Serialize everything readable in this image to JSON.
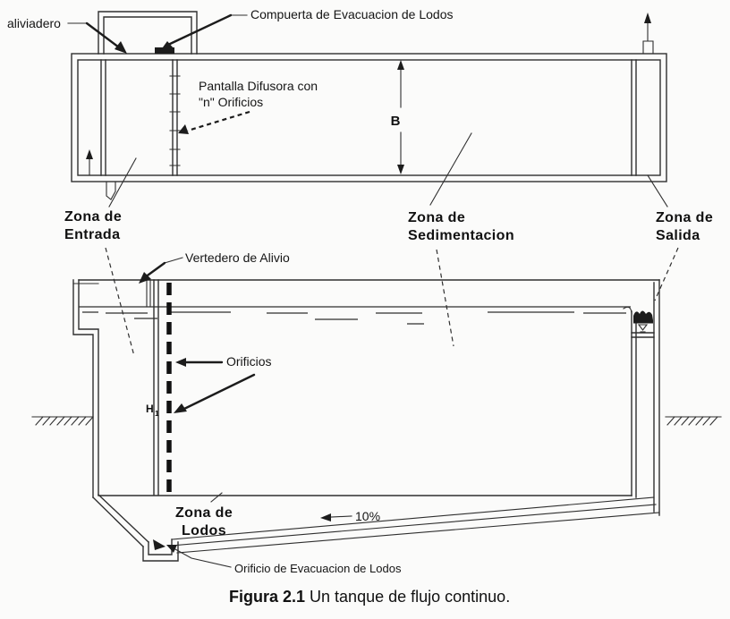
{
  "caption": {
    "figure_label": "Figura 2.1",
    "caption_text": "Un tanque de flujo continuo."
  },
  "plan_view": {
    "aliviadero": "aliviadero",
    "compuerta": "Compuerta de Evacuacion de Lodos",
    "pantalla_line1": "Pantalla Difusora con",
    "pantalla_line2": "\"n\" Orificios",
    "dim_width": "B"
  },
  "zones": {
    "entrada_l1": "Zona de",
    "entrada_l2": "Entrada",
    "sedimentacion_l1": "Zona de",
    "sedimentacion_l2": "Sedimentacion",
    "salida_l1": "Zona de",
    "salida_l2": "Salida",
    "lodos_l1": "Zona de",
    "lodos_l2": "Lodos"
  },
  "section_view": {
    "vertedero": "Vertedero de Alivio",
    "orificios": "Orificios",
    "dim_h": "H",
    "dim_h_sub": "1",
    "slope": "10%",
    "orificio_evacuacion": "Orificio de Evacuacion de Lodos"
  },
  "colors": {
    "line": "#2f2f2f",
    "background": "#fbfbfa",
    "text": "#151515"
  }
}
